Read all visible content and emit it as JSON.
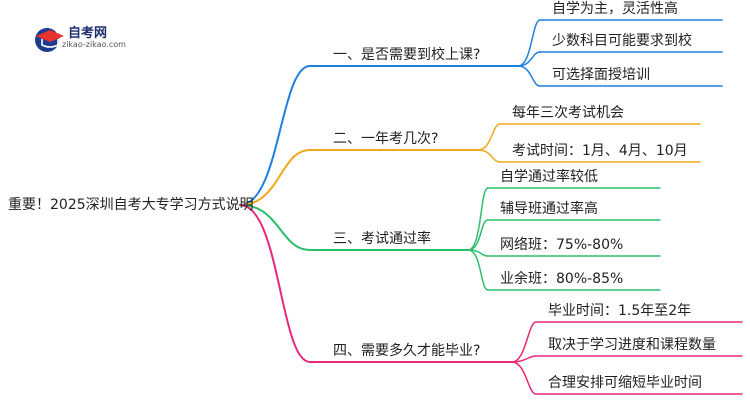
{
  "logo": {
    "title": "自考网",
    "url": "zikao-zikao.com",
    "colors": {
      "primary": "#1d3c8f",
      "accent": "#e8322c"
    }
  },
  "root": {
    "label": "重要！2025深圳自考大专学习方式说明"
  },
  "branches": [
    {
      "label": "一、是否需要到校上课?",
      "color": "#1f7fe0",
      "leaves": [
        "自学为主，灵活性高",
        "少数科目可能要求到校",
        "可选择面授培训"
      ]
    },
    {
      "label": "二、一年考几次?",
      "color": "#f0a81c",
      "leaves": [
        "每年三次考试机会",
        "考试时间：1月、4月、10月"
      ]
    },
    {
      "label": "三、考试通过率",
      "color": "#2bbf6a",
      "leaves": [
        "自学通过率较低",
        "辅导班通过率高",
        "网络班：75%-80%",
        "业余班：80%-85%"
      ]
    },
    {
      "label": "四、需要多久才能毕业?",
      "color": "#e8287a",
      "leaves": [
        "毕业时间：1.5年至2年",
        "取决于学习进度和课程数量",
        "合理安排可缩短毕业时间"
      ]
    }
  ]
}
